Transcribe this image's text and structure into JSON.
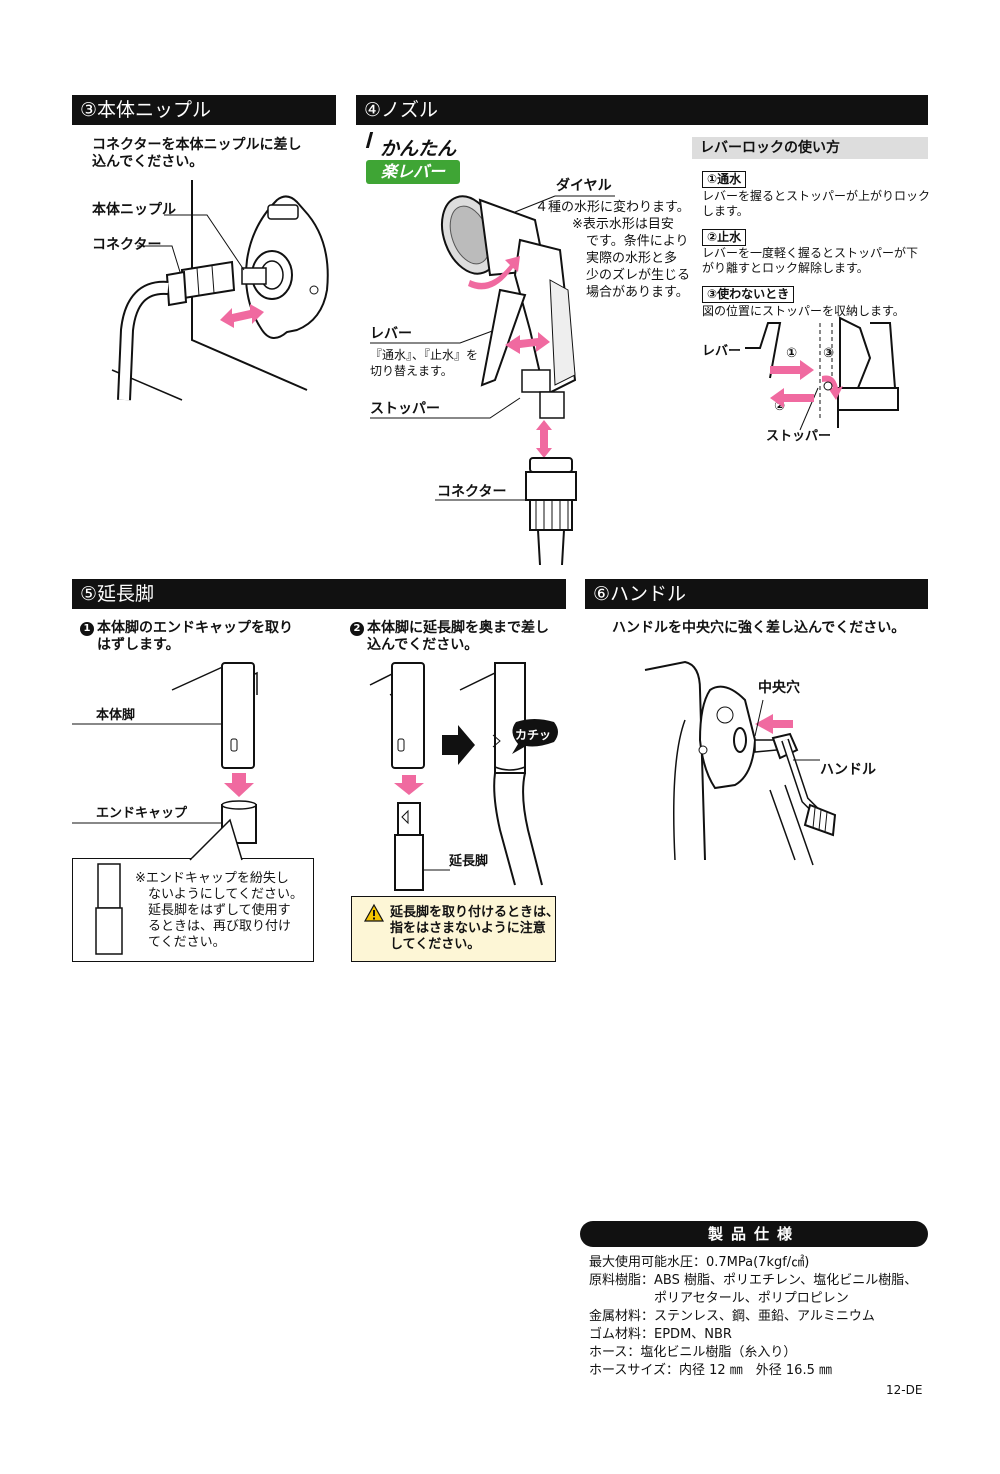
{
  "sections": {
    "s3": {
      "title": "③本体ニップル",
      "instruction_1": "コネクターを本体ニップルに差し",
      "instruction_2": "込んでください。",
      "label_nipple": "本体ニップル",
      "label_connector": "コネクター"
    },
    "s4": {
      "title": "④ノズル",
      "logo_line1": "かんたん",
      "logo_line2": "楽レバー",
      "dial_label": "ダイヤル",
      "dial_desc": "４種の水形に変わります。",
      "note_1": "※表示水形は目安",
      "note_2": "です。条件により",
      "note_3": "実際の水形と多",
      "note_4": "少のズレが生じる",
      "note_5": "場合があります。",
      "lever_label": "レバー",
      "lever_desc_1": "『通水』、『止水』を",
      "lever_desc_2": "切り替えます。",
      "stopper_label": "ストッパー",
      "connector_label": "コネクター",
      "lock": {
        "title": "レバーロックの使い方",
        "item1_label": "①通水",
        "item1_text_1": "レバーを握るとストッパーが上がりロック",
        "item1_text_2": "します。",
        "item2_label": "②止水",
        "item2_text_1": "レバーを一度軽く握るとストッパーが下",
        "item2_text_2": "がり離すとロック解除します。",
        "item3_label": "③使わないとき",
        "item3_text": "図の位置にストッパーを収納します。",
        "diagram_lever": "レバー",
        "diagram_stopper": "ストッパー",
        "mark1": "①",
        "mark2": "②",
        "mark3": "③"
      }
    },
    "s5": {
      "title": "⑤延長脚",
      "step1_num": "1",
      "step1_1": "本体脚のエンドキャップを取り",
      "step1_2": "はずします。",
      "step2_num": "2",
      "step2_1": "本体脚に延長脚を奥まで差し",
      "step2_2": "込んでください。",
      "label_leg": "本体脚",
      "label_endcap": "エンドキャップ",
      "label_ext": "延長脚",
      "click": "カチッ",
      "note_1": "※エンドキャップを紛失し",
      "note_2": "ないようにしてください。",
      "note_3": "延長脚をはずして使用す",
      "note_4": "るときは、再び取り付け",
      "note_5": "てください。",
      "warn_1": "延長脚を取り付けるときは、",
      "warn_2": "指をはさまないように注意",
      "warn_3": "してください。"
    },
    "s6": {
      "title": "⑥ハンドル",
      "instruction": "ハンドルを中央穴に強く差し込んでください。",
      "label_hole": "中央穴",
      "label_handle": "ハンドル"
    }
  },
  "specs": {
    "title": "製品仕様",
    "lines": [
      "最大使用可能水圧：0.7MPa(7kgf/㎠)",
      "原料樹脂：ABS 樹脂、ポリエチレン、塩化ビニル樹脂、",
      "　　　　　ポリアセタール、ポリプロピレン",
      "金属材料：ステンレス、鋼、亜鉛、アルミニウム",
      "ゴム材料：EPDM、NBR",
      "ホース：塩化ビニル樹脂（糸入り）",
      "ホースサイズ：内径 12 ㎜　外径 16.5 ㎜"
    ]
  },
  "footer_code": "12-DE",
  "colors": {
    "arrow_pink": "#f06aa0",
    "header_bg": "#111111",
    "warn_bg": "#fdf6d6",
    "logo_green": "#3fa535"
  }
}
